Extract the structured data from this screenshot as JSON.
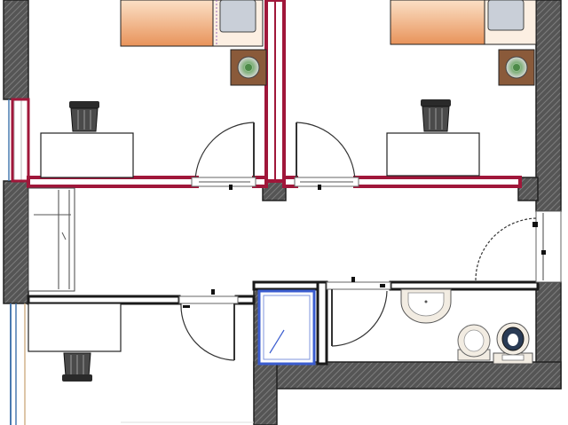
{
  "diagram": {
    "type": "architectural floor plan",
    "colors": {
      "exterior_wall": "#4a4a4a",
      "exterior_wall_hatch": "#8a8a8a",
      "partition_red": "#a0173a",
      "partition_black": "#1a1a1a",
      "bed_wood": "#e8935a",
      "bed_wood_light": "#fbe0c6",
      "pillow": "#c9cfd8",
      "nightstand": "#8a5a3a",
      "shower_blue": "#3a5ccf",
      "window_line": "#4a7ab0",
      "door_line": "#333333",
      "furniture_line": "#222222",
      "fixture_fill": "#f2ece2",
      "fixture_toilet_seat": "#2a3b55"
    },
    "rooms": [
      {
        "name": "bedroom-left",
        "furniture": [
          "bed",
          "nightstand-with-lamp",
          "desk",
          "chair"
        ]
      },
      {
        "name": "bedroom-right",
        "furniture": [
          "bed",
          "nightstand-with-lamp",
          "desk",
          "chair"
        ]
      },
      {
        "name": "hallway",
        "furniture": []
      },
      {
        "name": "study-left",
        "furniture": [
          "desk",
          "chair"
        ]
      },
      {
        "name": "shower-room",
        "furniture": [
          "shower-tray"
        ]
      },
      {
        "name": "bathroom",
        "furniture": [
          "washbasin",
          "bidet",
          "toilet"
        ]
      }
    ],
    "doors": [
      "bedroom-left-door",
      "bedroom-right-door",
      "study-door",
      "shower-room-door",
      "entrance-door"
    ],
    "icons": [
      "lamp-icon",
      "lamp-icon",
      "chair-icon",
      "chair-icon",
      "chair-icon",
      "toilet-icon",
      "washbasin-icon",
      "bidet-icon"
    ]
  }
}
